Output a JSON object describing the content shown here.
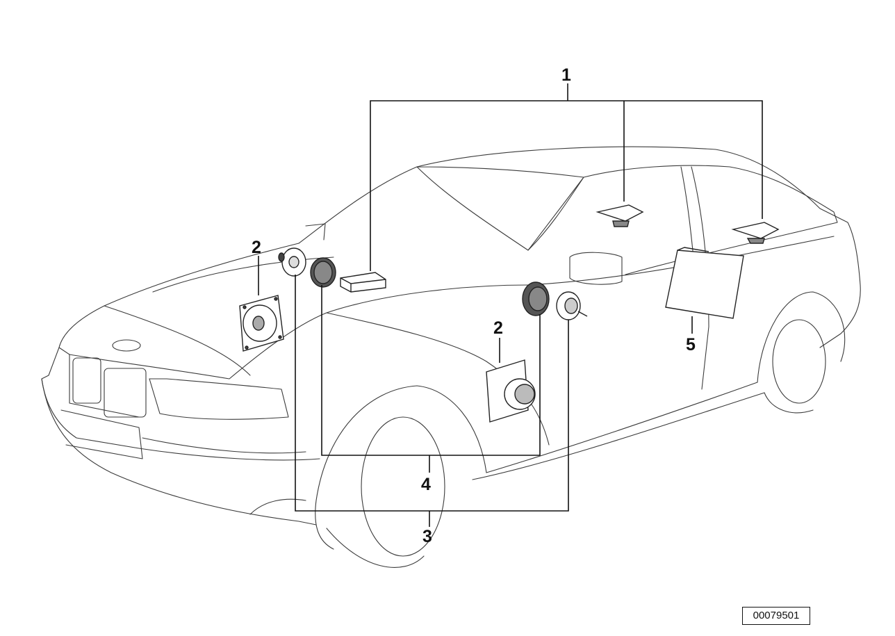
{
  "callouts": {
    "c1": "1",
    "c2_top": "2",
    "c2_bottom": "2",
    "c3": "3",
    "c4": "4",
    "c5": "5"
  },
  "diagram_id": "00079501"
}
